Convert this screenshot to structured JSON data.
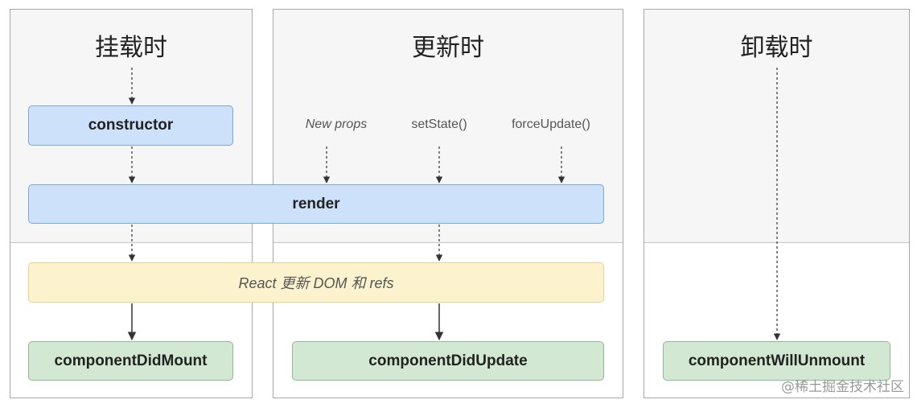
{
  "columns": {
    "mount": {
      "title": "挂载时"
    },
    "update": {
      "title": "更新时"
    },
    "unmount": {
      "title": "卸载时"
    }
  },
  "nodes": {
    "constructor": "constructor",
    "render": "render",
    "react_update": "React 更新 DOM 和 refs",
    "did_mount": "componentDidMount",
    "did_update": "componentDidUpdate",
    "will_unmount": "componentWillUnmount"
  },
  "triggers": {
    "new_props": "New props",
    "set_state": "setState()",
    "force_update": "forceUpdate()"
  },
  "watermark": "@稀土掘金技术社区",
  "colors": {
    "blue_fill": "#cde1fb",
    "blue_border": "#7ba7dd",
    "green_fill": "#d3e8d2",
    "green_border": "#8fba8d",
    "yellow_fill": "#fcf3ce",
    "yellow_border": "#e6d28e",
    "arrow": "#333333"
  }
}
